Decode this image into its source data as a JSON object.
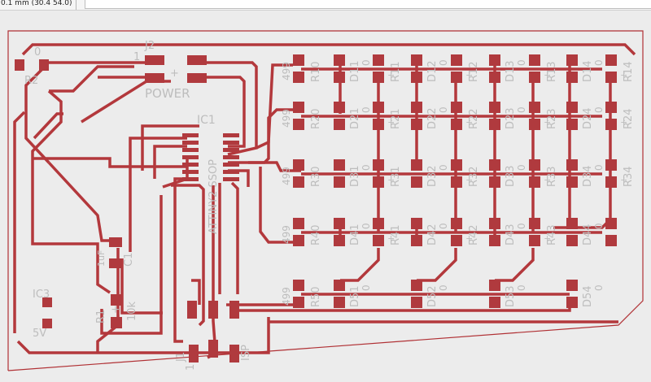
{
  "status": {
    "coordinate_readout": "0.1 mm (30.4 54.0)"
  },
  "colors": {
    "background": "#ececec",
    "board_outline": "#b03034",
    "trace": "#b3383c",
    "pad": "#b03a3e",
    "label": "#bdbdbd"
  },
  "board": {
    "labels": {
      "j2": "J2",
      "j2_pin1": "1",
      "power": "POWER",
      "r2": "R2",
      "r2_zero": "0",
      "ic1": "IC1",
      "ic1_part": "ATTINY2 SSOP",
      "ic3": "IC3",
      "ic3_voltage": "5V",
      "c1": "C1",
      "c1_value": "1uF",
      "r1": "R1",
      "r1_value": "10k",
      "j1": "J1",
      "j1_pin1": "1",
      "isp": "ISP",
      "resistor_value": "499",
      "diode_value": "0",
      "plus": "+"
    },
    "matrix_rows": [
      {
        "resistor": "R10",
        "pairs": [
          {
            "d": "D11",
            "r": "R11"
          },
          {
            "d": "D12",
            "r": "R12"
          },
          {
            "d": "D13",
            "r": "R13"
          },
          {
            "d": "D14",
            "r": "R14"
          }
        ]
      },
      {
        "resistor": "R20",
        "pairs": [
          {
            "d": "D21",
            "r": "R21"
          },
          {
            "d": "D22",
            "r": "R22"
          },
          {
            "d": "D23",
            "r": "R23"
          },
          {
            "d": "D24",
            "r": "R24"
          }
        ]
      },
      {
        "resistor": "R30",
        "pairs": [
          {
            "d": "D31",
            "r": "R31"
          },
          {
            "d": "D32",
            "r": "R32"
          },
          {
            "d": "D33",
            "r": "R33"
          },
          {
            "d": "D34",
            "r": "R34"
          }
        ]
      },
      {
        "resistor": "R40",
        "pairs": [
          {
            "d": "D41",
            "r": "R41"
          },
          {
            "d": "D42",
            "r": "R42"
          },
          {
            "d": "D43",
            "r": "R43"
          },
          {
            "d": "D44",
            "r": ""
          }
        ]
      },
      {
        "resistor": "R50",
        "pairs": [
          {
            "d": "D51",
            "r": ""
          },
          {
            "d": "D52",
            "r": ""
          },
          {
            "d": "D53",
            "r": ""
          },
          {
            "d": "D54",
            "r": ""
          }
        ]
      }
    ]
  }
}
